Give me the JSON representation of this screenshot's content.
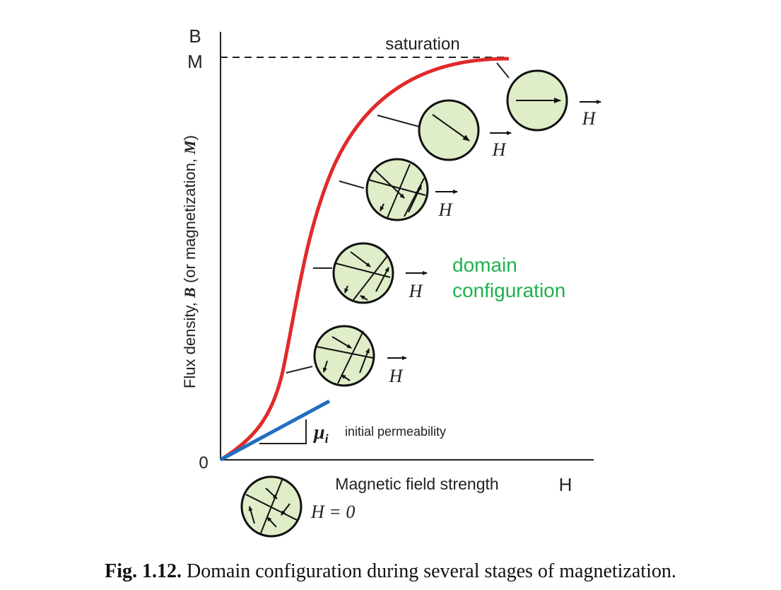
{
  "axes": {
    "y_top_label_1": "B",
    "y_top_label_2": "M",
    "y_axis_title_prefix": "Flux density, ",
    "y_axis_title_var": "B",
    "y_axis_title_mid": " (or magnetization, ",
    "y_axis_title_var2": "M",
    "y_axis_title_suffix": ")",
    "origin_label": "0",
    "x_axis_title": "Magnetic field strength",
    "x_end_label": "H"
  },
  "labels": {
    "saturation": "saturation",
    "domain_line1": "domain",
    "domain_line2": "configuration",
    "permeability_symbol": "μ",
    "permeability_sub": "i",
    "permeability_text": "initial permeability",
    "h_zero": "H = 0",
    "field_vector": "H"
  },
  "caption": {
    "prefix": "Fig. 1.12.",
    "text": " Domain configuration during several stages of magnetization."
  },
  "colors": {
    "curve": "#e02a2a",
    "initial_slope": "#1f6fc0",
    "domain_text": "#1fb14d",
    "domain_fill": "#dfedc8"
  }
}
